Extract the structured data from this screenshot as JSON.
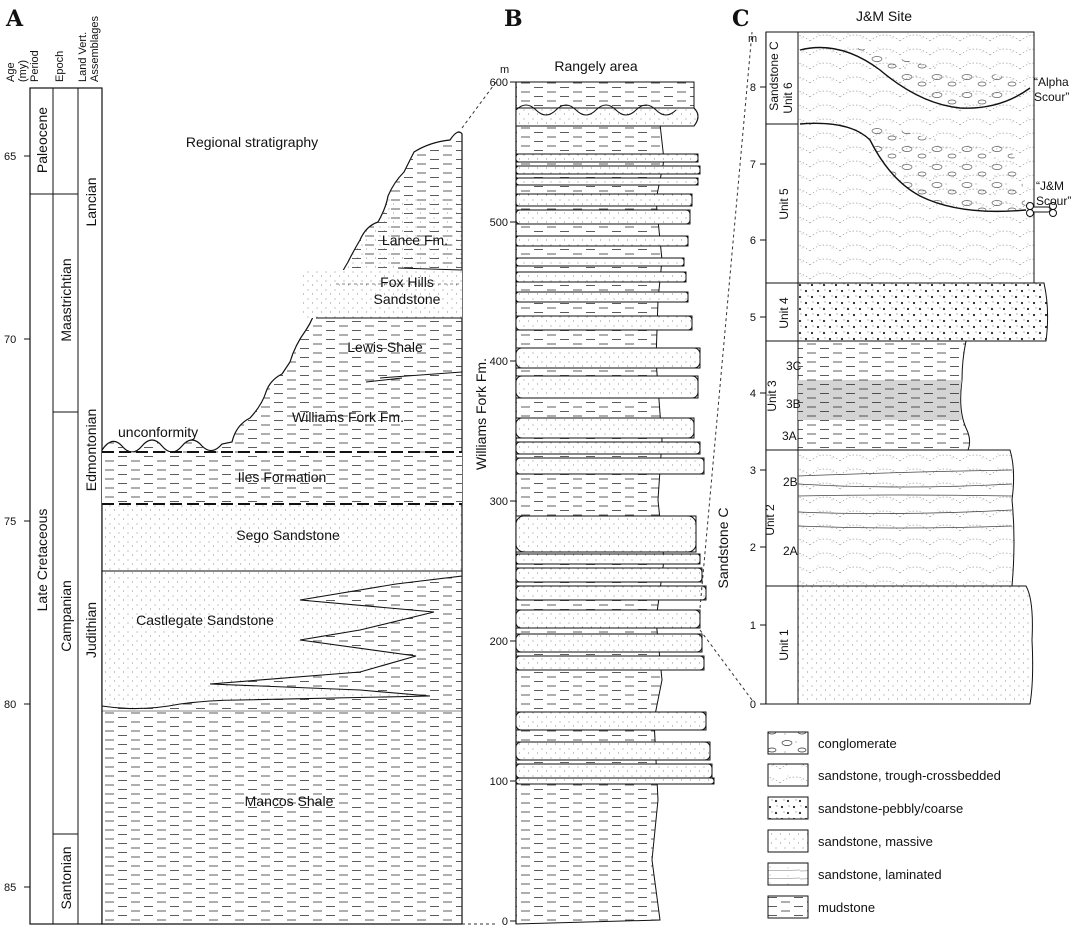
{
  "panels": {
    "a": "A",
    "b": "B",
    "c": "C"
  },
  "panel_a": {
    "col_headers": {
      "age": "Age",
      "age_unit": "(my)",
      "period": "Period",
      "epoch": "Epoch",
      "lva1": "Land Vert.",
      "lva2": "Assemblages"
    },
    "title": "Regional stratigraphy",
    "age_ticks": [
      "65",
      "70",
      "75",
      "80",
      "85"
    ],
    "periods": {
      "paleocene": "Paleocene",
      "late_cretaceous": "Late Cretaceous"
    },
    "epochs": {
      "maastrichtian": "Maastrichtian",
      "campanian": "Campanian",
      "santonian": "Santonian"
    },
    "assemblages": {
      "lancian": "Lancian",
      "edmontonian": "Edmontonian",
      "judithian": "Judithian"
    },
    "formations": {
      "lance": "Lance Fm.",
      "fox_hills_1": "Fox Hills",
      "fox_hills_2": "Sandstone",
      "lewis": "Lewis Shale",
      "williams_fork": "Williams Fork Fm.",
      "unconformity": "unconformity",
      "iles": "Iles Formation",
      "sego": "Sego Sandstone",
      "castlegate": "Castlegate Sandstone",
      "mancos": "Mancos Shale"
    }
  },
  "panel_b": {
    "unit": "m",
    "title": "Rangely area",
    "ticks": [
      "0",
      "100",
      "200",
      "300",
      "400",
      "500",
      "600"
    ],
    "formation": "Williams Fork Fm.",
    "sandstone_c": "Sandstone C"
  },
  "panel_c": {
    "title": "J&M Site",
    "unit": "m",
    "ticks": [
      "0",
      "1",
      "2",
      "3",
      "4",
      "5",
      "6",
      "7",
      "8"
    ],
    "units": {
      "sandstone_c": "Sandstone C",
      "unit6": "Unit 6",
      "unit5": "Unit 5",
      "unit4": "Unit 4",
      "unit3": "Unit 3",
      "sub3c": "3C",
      "sub3b": "3B",
      "sub3a": "3A",
      "unit2": "Unit 2",
      "sub2b": "2B",
      "sub2a": "2A",
      "unit1": "Unit 1"
    },
    "alpha_scour_1": "“Alpha",
    "alpha_scour_2": "Scour”",
    "jm_scour_1": "“J&M",
    "jm_scour_2": "Scour”"
  },
  "legend": [
    {
      "label": "conglomerate",
      "icon": "conglomerate-pattern"
    },
    {
      "label": "sandstone, trough-crossbedded",
      "icon": "crossbedded-pattern"
    },
    {
      "label": "sandstone-pebbly/coarse",
      "icon": "pebbly-pattern"
    },
    {
      "label": "sandstone, massive",
      "icon": "massive-pattern"
    },
    {
      "label": "sandstone, laminated",
      "icon": "laminated-pattern"
    },
    {
      "label": "mudstone",
      "icon": "mudstone-pattern"
    }
  ]
}
